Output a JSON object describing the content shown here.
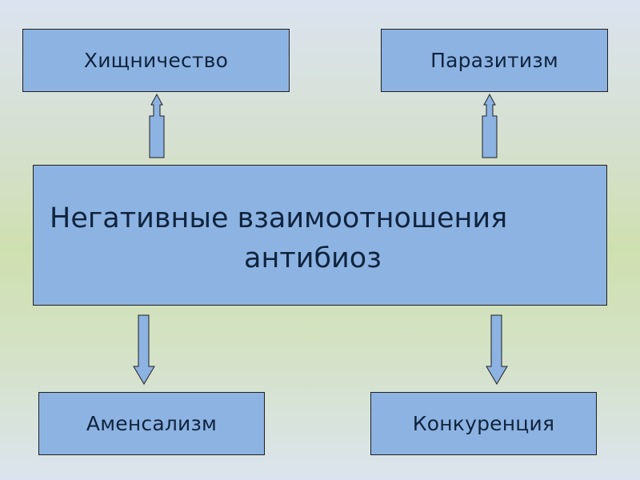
{
  "diagram": {
    "top_left_label": "Хищничество",
    "top_right_label": "Паразитизм",
    "center_line1": "Негативные взаимоотношения",
    "center_line2": "антибиоз",
    "bottom_left_label": "Аменсализм",
    "bottom_right_label": "Конкуренция"
  },
  "colors": {
    "box_fill": "#8db3e2",
    "text": "#0f243e",
    "border": "#1f1f1f"
  }
}
